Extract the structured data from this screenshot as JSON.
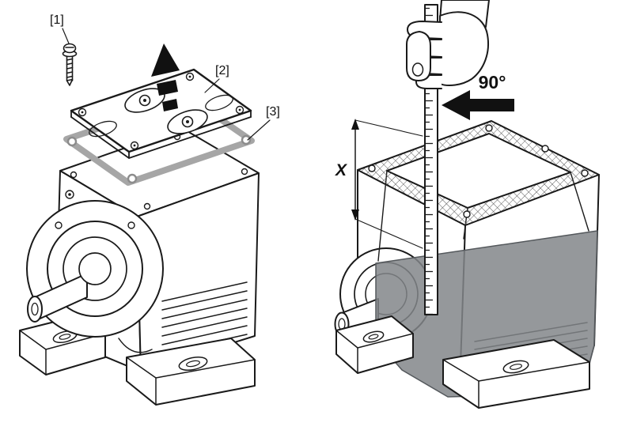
{
  "left": {
    "callouts": [
      {
        "label": "[1]",
        "part": "fastening-screw"
      },
      {
        "label": "[2]",
        "part": "inspection-cover"
      },
      {
        "label": "[3]",
        "part": "gasket"
      }
    ]
  },
  "right": {
    "angle_label": "90°",
    "dimension_label": "X"
  },
  "colors": {
    "line": "#1a1a1a",
    "gasket_gray": "#a6a6a6",
    "oil_gray": "#82868a",
    "arrow_black": "#111111",
    "background": "#ffffff"
  }
}
